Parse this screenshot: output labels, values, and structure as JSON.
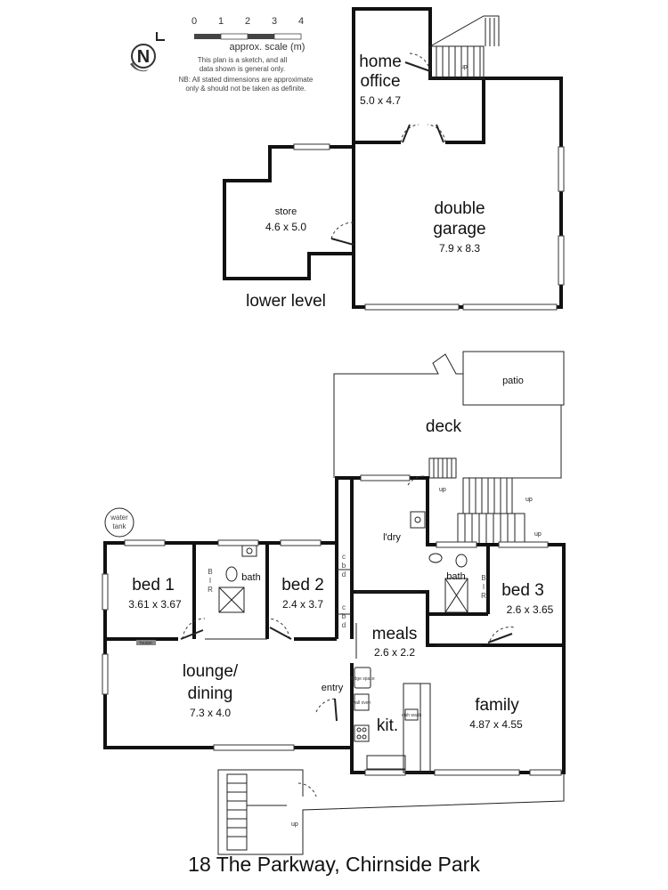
{
  "legend": {
    "scale_ticks": [
      "0",
      "1",
      "2",
      "3",
      "4"
    ],
    "scale_label": "approx. scale (m)",
    "note1_line1": "This plan is a sketch, and all",
    "note1_line2": "data shown is general only.",
    "note2_line1": "NB: All stated dimensions are approximate",
    "note2_line2": "only & should not be taken as definite.",
    "north_letter": "N"
  },
  "lower_level": {
    "label": "lower level",
    "rooms": [
      {
        "name_line1": "home",
        "name_line2": "office",
        "dims": "5.0 x 4.7"
      },
      {
        "name_line1": "store",
        "dims": "4.6 x 5.0"
      },
      {
        "name_line1": "double",
        "name_line2": "garage",
        "dims": "7.9 x 8.3"
      }
    ],
    "stair_label": "up"
  },
  "upper_level": {
    "rooms": [
      {
        "name": "patio"
      },
      {
        "name": "deck"
      },
      {
        "name": "l'dry"
      },
      {
        "name": "bed 1",
        "dims": "3.61 x 3.67"
      },
      {
        "name": "bath"
      },
      {
        "name": "bed 2",
        "dims": "2.4 x 3.7"
      },
      {
        "name": "bath"
      },
      {
        "name": "bed 3",
        "dims": "2.6 x 3.65"
      },
      {
        "name": "meals",
        "dims": "2.6 x 2.2"
      },
      {
        "name": "lounge/",
        "name2": "dining",
        "dims": "7.3 x 4.0"
      },
      {
        "name": "entry"
      },
      {
        "name": "kit."
      },
      {
        "name": "family",
        "dims": "4.87 x 4.55"
      }
    ],
    "water_tank_line1": "water",
    "water_tank_line2": "tank",
    "heater": "heater",
    "bir": [
      "B",
      "I",
      "R"
    ],
    "cbd": [
      "c",
      "b",
      "d"
    ],
    "fridge": "fridge space",
    "oven": "wall oven",
    "dishwasher": "dish wash",
    "up_labels": [
      "up",
      "up",
      "up"
    ]
  },
  "title": "18 The Parkway, Chirnside Park"
}
